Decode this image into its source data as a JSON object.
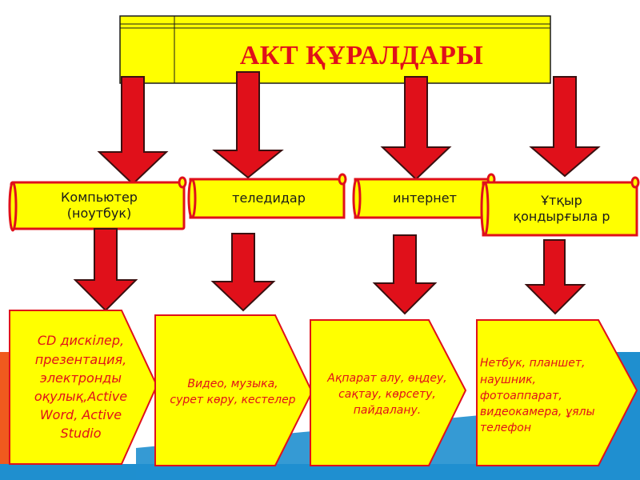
{
  "title": "АКТ ҚҰРАЛДАРЫ",
  "categories": [
    {
      "label_lines": [
        "Компьютер",
        "(ноутбук)"
      ]
    },
    {
      "label_lines": [
        "теледидар"
      ]
    },
    {
      "label_lines": [
        "интернет"
      ]
    },
    {
      "label_lines": [
        "Ұтқыр",
        "қондырғыла р"
      ]
    }
  ],
  "details": [
    {
      "lines": [
        "CD дискілер,",
        "презентация,",
        "электронды",
        "оқулық,Active",
        "Word, Active",
        "Studio"
      ]
    },
    {
      "lines": [
        "Видео, музыка,",
        "сурет көру, кестелер"
      ]
    },
    {
      "lines": [
        "Ақпарат алу, өңдеу,",
        "сақтау, көрсету,",
        "пайдалану."
      ]
    },
    {
      "lines": [
        "Нетбук, планшет,",
        "наушник,",
        "фотоаппарат,",
        "видеокамера, ұялы",
        "телефон"
      ]
    }
  ],
  "colors": {
    "yellow": "#ffff00",
    "red": "#e0101a",
    "dark_red": "#7a0a0a",
    "blue": "#1f8fcf",
    "orange": "#f05a1e"
  }
}
